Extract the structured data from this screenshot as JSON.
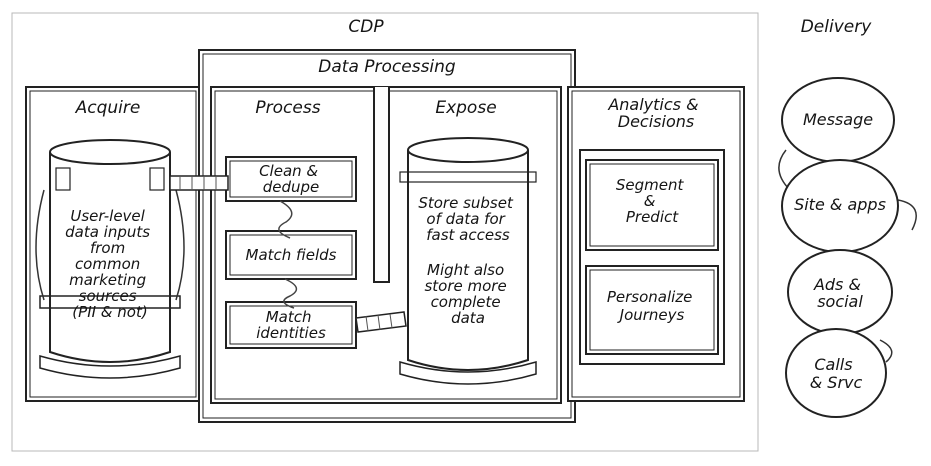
{
  "cdp_label": "CDP",
  "delivery_label": "Delivery",
  "data_processing_label": "Data Processing",
  "acquire": {
    "title": "Acquire",
    "text": [
      "User-level",
      "data inputs",
      "from",
      "common",
      "marketing",
      "sources",
      "(PII & not)"
    ]
  },
  "process": {
    "title": "Process",
    "steps": [
      {
        "lines": [
          "Clean &",
          "dedupe"
        ]
      },
      {
        "lines": [
          "Match fields"
        ]
      },
      {
        "lines": [
          "Match",
          "identities"
        ]
      }
    ]
  },
  "expose": {
    "title": "Expose",
    "text1": [
      "Store subset",
      "of data for",
      "fast access"
    ],
    "text2": [
      "Might also",
      "store more",
      "complete",
      "data"
    ]
  },
  "analytics": {
    "title": [
      "Analytics &",
      "Decisions"
    ],
    "boxes": [
      {
        "lines": [
          "Segment",
          "&",
          "Predict"
        ]
      },
      {
        "lines": [
          "Personalize",
          "Journeys"
        ]
      }
    ]
  },
  "delivery_channels": [
    {
      "lines": [
        "Message"
      ]
    },
    {
      "lines": [
        "Site & apps"
      ]
    },
    {
      "lines": [
        "Ads &",
        "social"
      ]
    },
    {
      "lines": [
        "Calls",
        "& Srvc"
      ]
    }
  ]
}
